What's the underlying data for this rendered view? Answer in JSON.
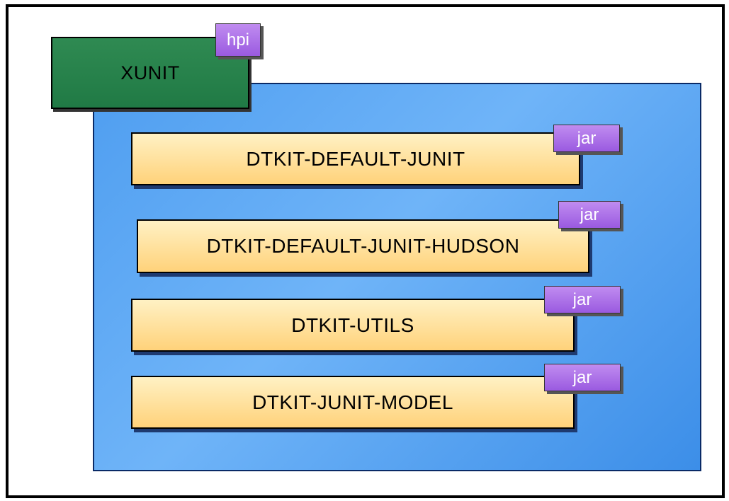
{
  "diagram": {
    "container_color": "#4f9ef0",
    "hpi": {
      "name": "XUNIT",
      "badge": "hpi",
      "color": "#2f8a52"
    },
    "jars": [
      {
        "name": "DTKIT-DEFAULT-JUNIT",
        "badge": "jar"
      },
      {
        "name": "DTKIT-DEFAULT-JUNIT-HUDSON",
        "badge": "jar"
      },
      {
        "name": "DTKIT-UTILS",
        "badge": "jar"
      },
      {
        "name": "DTKIT-JUNIT-MODEL",
        "badge": "jar"
      }
    ],
    "jar_color": "#ffd27a",
    "badge_color": "#9a5ae0"
  }
}
